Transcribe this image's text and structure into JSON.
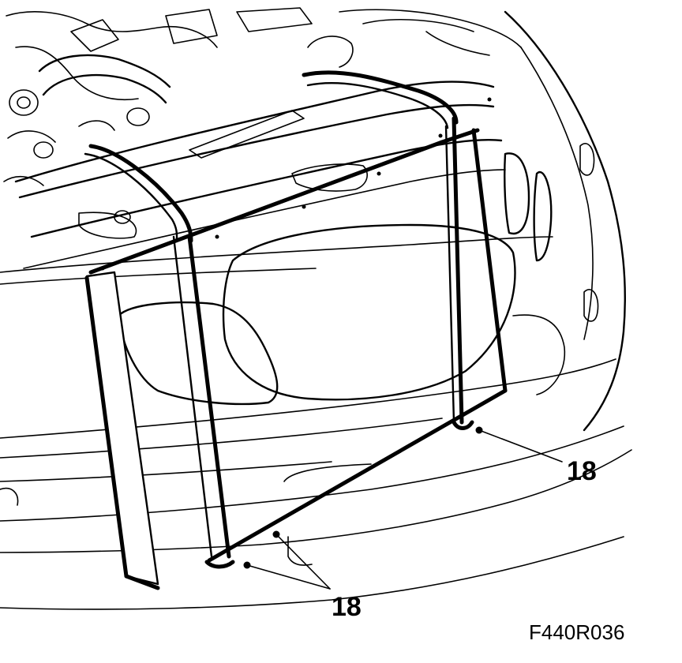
{
  "figure": {
    "callouts": [
      {
        "id": "callout-right",
        "text": "18"
      },
      {
        "id": "callout-bottom",
        "text": "18"
      }
    ],
    "figure_code": "F440R036"
  }
}
